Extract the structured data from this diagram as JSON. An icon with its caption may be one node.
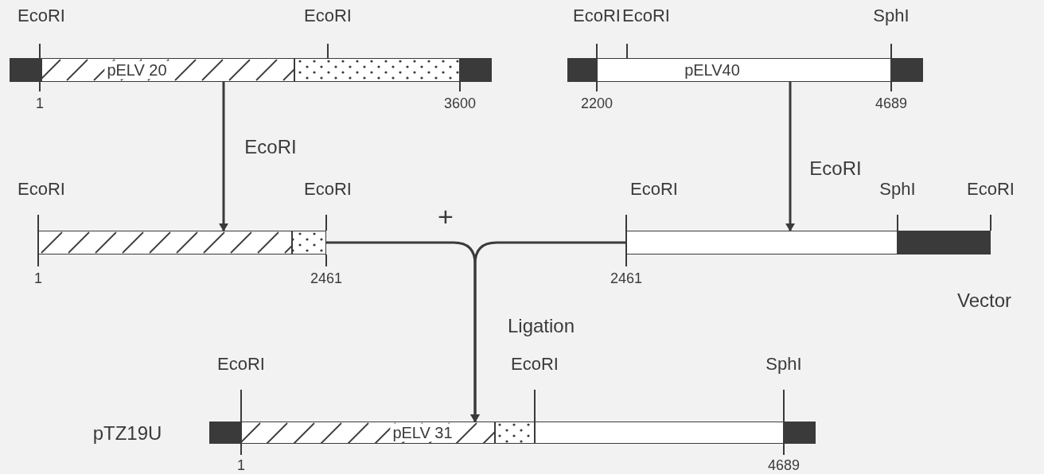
{
  "diagram": {
    "nodes": [
      {
        "text": [
          "pELV 20"
        ],
        "beside": [
          "EcoRI",
          "EcoRI",
          "1",
          "3600"
        ]
      },
      {
        "text": [
          "pELV40"
        ],
        "beside": [
          "EcoRI",
          "EcoRI",
          "SphI",
          "2200",
          "4689"
        ]
      },
      {
        "text": [],
        "shape": "bar",
        "beside": [
          "EcoRI",
          "EcoRI",
          "1",
          "2461"
        ]
      },
      {
        "text": [],
        "shape": "bar",
        "beside": [
          "EcoRI",
          "SphI",
          "EcoRI",
          "2461",
          "Vector"
        ]
      },
      {
        "text": [
          "pELV 31"
        ],
        "beside": [
          "pTZ19U",
          "EcoRI",
          "EcoRI",
          "SphI",
          "1",
          "4689"
        ]
      }
    ],
    "edges": [
      {
        "from": 0,
        "to": 2,
        "arrow": "to",
        "label": "EcoRI"
      },
      {
        "from": 1,
        "to": 3,
        "arrow": "to",
        "label": "EcoRI"
      },
      {
        "from": 2,
        "to": 4,
        "arrow": "to",
        "label": "Ligation"
      },
      {
        "from": 3,
        "to": 4,
        "arrow": "to"
      }
    ],
    "labels": [
      "+"
    ]
  }
}
